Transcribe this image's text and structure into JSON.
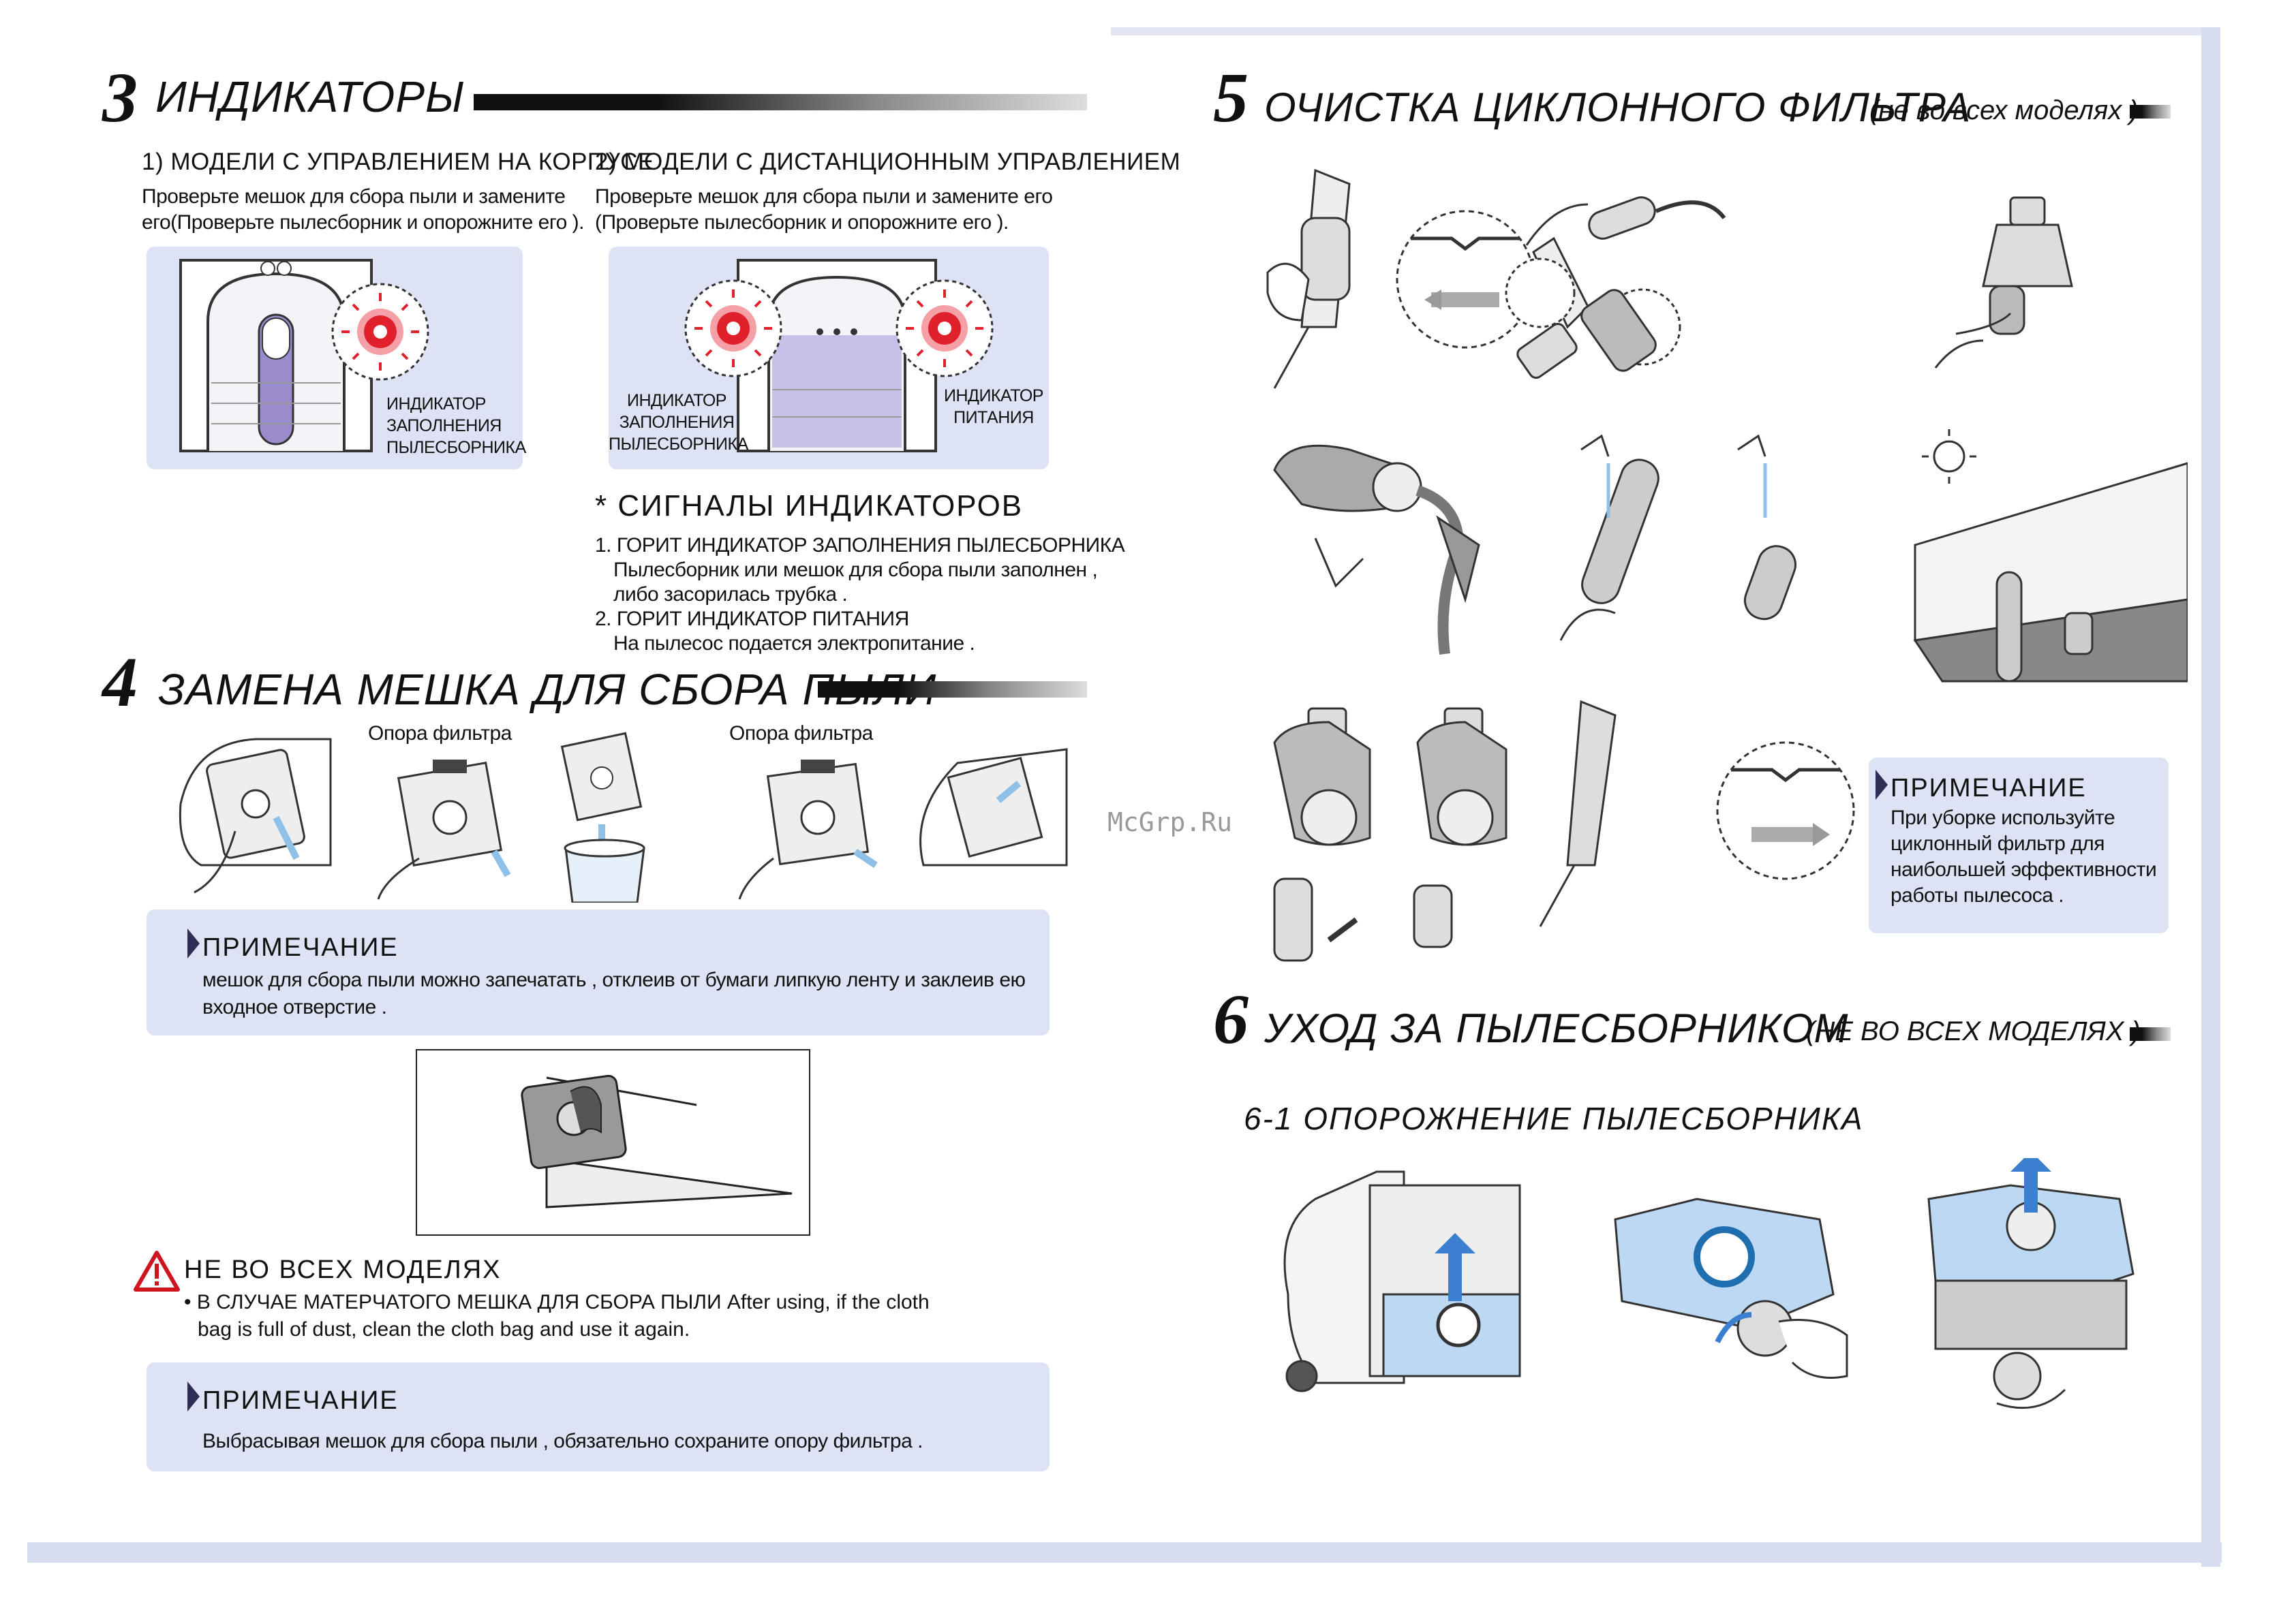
{
  "section3": {
    "num": "3",
    "title": "ИНДИКАТОРЫ",
    "sub1": "1) МОДЕЛИ С УПРАВЛЕНИЕМ НА КОРПУСЕ",
    "sub1_text_1": "Проверьте мешок для сбора пыли и замените",
    "sub1_text_2": "его(Проверьте пылесборник и опорожните его ).",
    "sub2": "2) МОДЕЛИ С ДИСТАНЦИОННЫМ УПРАВЛЕНИЕМ",
    "sub2_text_1": "Проверьте мешок для сбора пыли и замените его",
    "sub2_text_2": "(Проверьте пылесборник и опорожните его ).",
    "label_full_1": "ИНДИКАТОР",
    "label_full_2": "ЗАПОЛНЕНИЯ",
    "label_full_3": "ПЫЛЕСБОРНИКА",
    "label_power_1": "ИНДИКАТОР",
    "label_power_2": "ПИТАНИЯ",
    "signals_title": "* СИГНАЛЫ ИНДИКАТОРОВ",
    "sig1": "1. ГОРИТ ИНДИКАТОР ЗАПОЛНЕНИЯ ПЫЛЕСБОРНИКА",
    "sig1_text_1": "Пылесборник или мешок для сбора пыли заполнен ,",
    "sig1_text_2": "либо засорилась трубка .",
    "sig2": "2. ГОРИТ ИНДИКАТОР ПИТАНИЯ",
    "sig2_text": "На пылесос подается электропитание ."
  },
  "section4": {
    "num": "4",
    "title": "ЗАМЕНА МЕШКА ДЛЯ СБОРА ПЫЛИ",
    "filter_label_1": "Опора фильтра",
    "filter_label_2": "Опора фильтра",
    "note1_title": "ПРИМЕЧАНИЕ",
    "note1_text_1": "мешок для сбора пыли можно запечатать , отклеив от бумаги липкую ленту и заклеив ею",
    "note1_text_2": "входное отверстие .",
    "warning_title": "НЕ ВО ВСЕХ МОДЕЛЯХ",
    "warning_text_1": "• В СЛУЧАЕ МАТЕРЧАТОГО МЕШКА ДЛЯ СБОРА ПЫЛИ After using, if the cloth",
    "warning_text_2": "bag is full of dust, clean the cloth bag and use it again.",
    "note2_title": "ПРИМЕЧАНИЕ",
    "note2_text": "Выбрасывая мешок для сбора пыли , обязательно сохраните опору фильтра ."
  },
  "watermark": "McGrp.Ru",
  "section5": {
    "num": "5",
    "title": "ОЧИСТКА ЦИКЛОННОГО ФИЛЬТРА",
    "title_note": "(не во всех моделях )",
    "note_title": "ПРИМЕЧАНИЕ",
    "note_text_1": "При уборке используйте",
    "note_text_2": "циклонный фильтр для",
    "note_text_3": "наибольшей эффективности",
    "note_text_4": "работы пылесоса ."
  },
  "section6": {
    "num": "6",
    "title": "УХОД ЗА ПЫЛЕСБОРНИКОМ",
    "title_note": "(НЕ ВО ВСЕХ МОДЕЛЯХ )",
    "sub": "6-1 ОПОРОЖНЕНИЕ ПЫЛЕСБОРНИКА"
  },
  "colors": {
    "panel": "#dde2f4",
    "indicator_red": "#e0202a",
    "accent_blue": "#8fc0e8"
  },
  "icons": [
    "warning-triangle-icon",
    "note-marker-icon",
    "arrow-icon",
    "sun-icon"
  ]
}
